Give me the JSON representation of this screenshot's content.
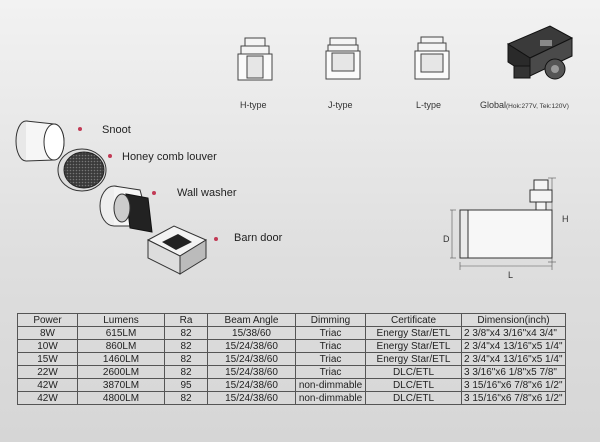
{
  "adapters": [
    {
      "label": "H-type"
    },
    {
      "label": "J-type"
    },
    {
      "label": "L-type"
    },
    {
      "label": "Global",
      "note": "(Hok:277V, Tek:120V)"
    }
  ],
  "accessories": [
    {
      "label": "Snoot"
    },
    {
      "label": "Honey comb louver"
    },
    {
      "label": "Wall washer"
    },
    {
      "label": "Barn door"
    }
  ],
  "dimensions": {
    "h": "H",
    "d": "D",
    "l": "L"
  },
  "table": {
    "headers": [
      "Power",
      "Lumens",
      "Ra",
      "Beam Angle",
      "Dimming",
      "Certificate",
      "Dimension(inch)"
    ],
    "rows": [
      [
        "8W",
        "615LM",
        "82",
        "15/38/60",
        "Triac",
        "Energy Star/ETL",
        "2 3/8\"x4 3/16\"x4 3/4\""
      ],
      [
        "10W",
        "860LM",
        "82",
        "15/24/38/60",
        "Triac",
        "Energy Star/ETL",
        "2 3/4\"x4 13/16\"x5 1/4\""
      ],
      [
        "15W",
        "1460LM",
        "82",
        "15/24/38/60",
        "Triac",
        "Energy Star/ETL",
        "2 3/4\"x4 13/16\"x5 1/4\""
      ],
      [
        "22W",
        "2600LM",
        "82",
        "15/24/38/60",
        "Triac",
        "DLC/ETL",
        "3 3/16\"x6 1/8\"x5 7/8\""
      ],
      [
        "42W",
        "3870LM",
        "95",
        "15/24/38/60",
        "non-dimmable",
        "DLC/ETL",
        "3 15/16\"x6 7/8\"x6 1/2\""
      ],
      [
        "42W",
        "4800LM",
        "82",
        "15/24/38/60",
        "non-dimmable",
        "DLC/ETL",
        "3 15/16\"x6 7/8\"x6 1/2\""
      ]
    ]
  }
}
